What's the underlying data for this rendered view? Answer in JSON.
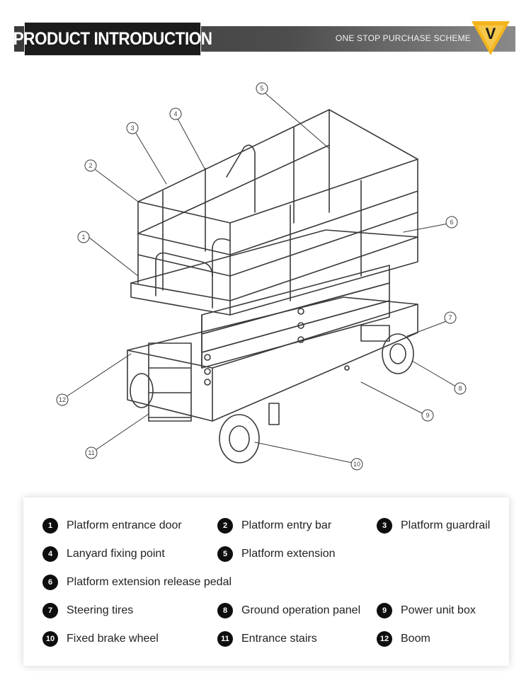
{
  "header": {
    "title": "PRODUCT INTRODUCTION",
    "subtitle": "ONE STOP PURCHASE SCHEME",
    "logo_letter": "V",
    "accent_color": "#f3b51c"
  },
  "diagram": {
    "callouts": [
      "1",
      "2",
      "3",
      "4",
      "5",
      "6",
      "7",
      "8",
      "9",
      "10",
      "11",
      "12"
    ]
  },
  "legend": {
    "items": [
      {
        "num": "1",
        "label": "Platform entrance door"
      },
      {
        "num": "2",
        "label": "Platform entry bar"
      },
      {
        "num": "3",
        "label": "Platform guardrail"
      },
      {
        "num": "4",
        "label": "Lanyard fixing point"
      },
      {
        "num": "5",
        "label": "Platform extension"
      },
      {
        "num": "6",
        "label": "Platform extension release pedal"
      },
      {
        "num": "7",
        "label": "Steering tires"
      },
      {
        "num": "8",
        "label": "Ground operation panel"
      },
      {
        "num": "9",
        "label": "Power unit box"
      },
      {
        "num": "10",
        "label": "Fixed brake wheel"
      },
      {
        "num": "11",
        "label": "Entrance stairs"
      },
      {
        "num": "12",
        "label": "Boom"
      }
    ]
  }
}
